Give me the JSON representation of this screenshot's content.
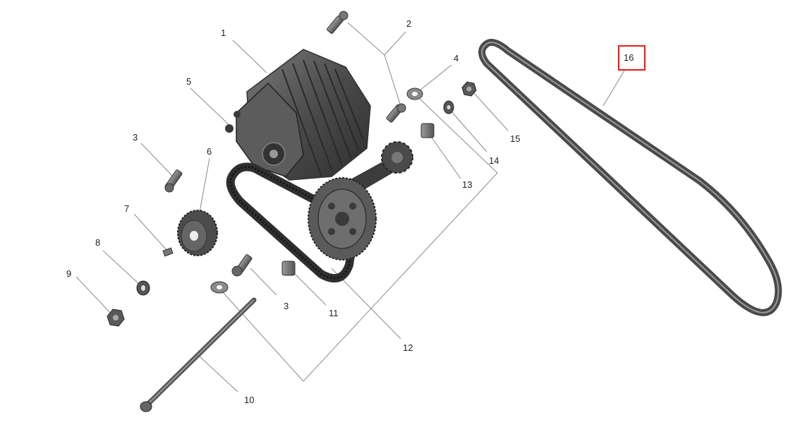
{
  "diagram": {
    "callouts": [
      "1",
      "2",
      "3",
      "3",
      "4",
      "5",
      "6",
      "7",
      "8",
      "9",
      "10",
      "11",
      "12",
      "13",
      "14",
      "15",
      "16"
    ],
    "highlighted_callout": "16",
    "highlight_color": "#e02020",
    "part_color": "#4a4a4a",
    "leader_color": "#888888"
  }
}
